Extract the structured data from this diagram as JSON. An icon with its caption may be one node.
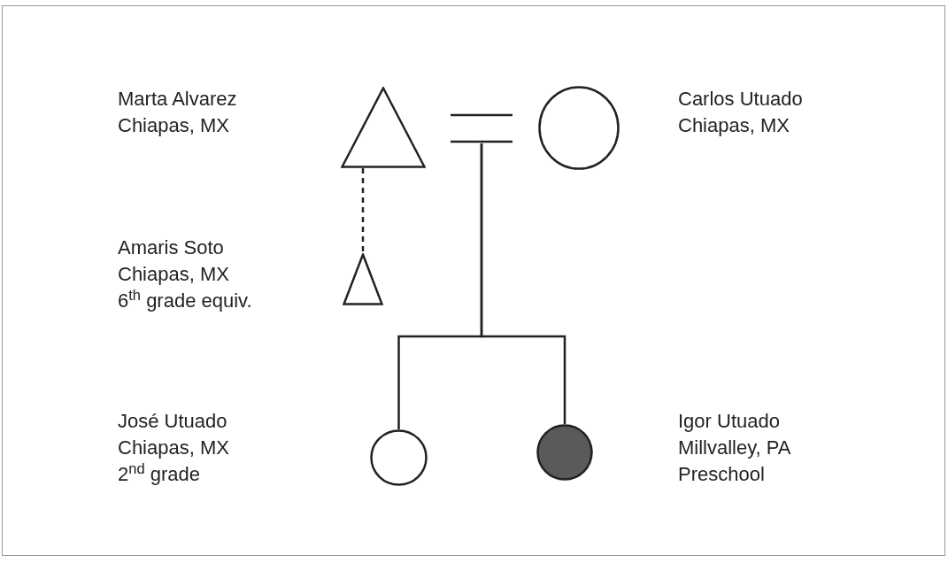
{
  "diagram": {
    "nodes": [
      {
        "text": [],
        "shape": "triangle",
        "beside": [
          "Marta Alvarez",
          "Chiapas, MX"
        ]
      },
      {
        "text": [],
        "shape": "equals"
      },
      {
        "text": [],
        "shape": "circle",
        "beside": [
          "Carlos Utuado",
          "Chiapas, MX"
        ]
      },
      {
        "text": [],
        "shape": "triangle",
        "beside": [
          "Amaris Soto",
          "Chiapas, MX",
          "6$^{th}$ grade equiv."
        ]
      },
      {
        "text": [],
        "shape": "circle",
        "beside": [
          "José Utuado",
          "Chiapas, MX",
          "2$^{nd}$ grade"
        ]
      },
      {
        "text": [],
        "shape": "disc",
        "beside": [
          "Igor Utuado",
          "Millvalley, PA",
          "Preschool"
        ]
      }
    ],
    "edges": [
      {
        "from": 0,
        "to": 3,
        "arrow": "none",
        "style": "dashed"
      },
      {
        "from": 1,
        "to": 4,
        "arrow": "none"
      },
      {
        "from": 1,
        "to": 5,
        "arrow": "none"
      }
    ]
  }
}
